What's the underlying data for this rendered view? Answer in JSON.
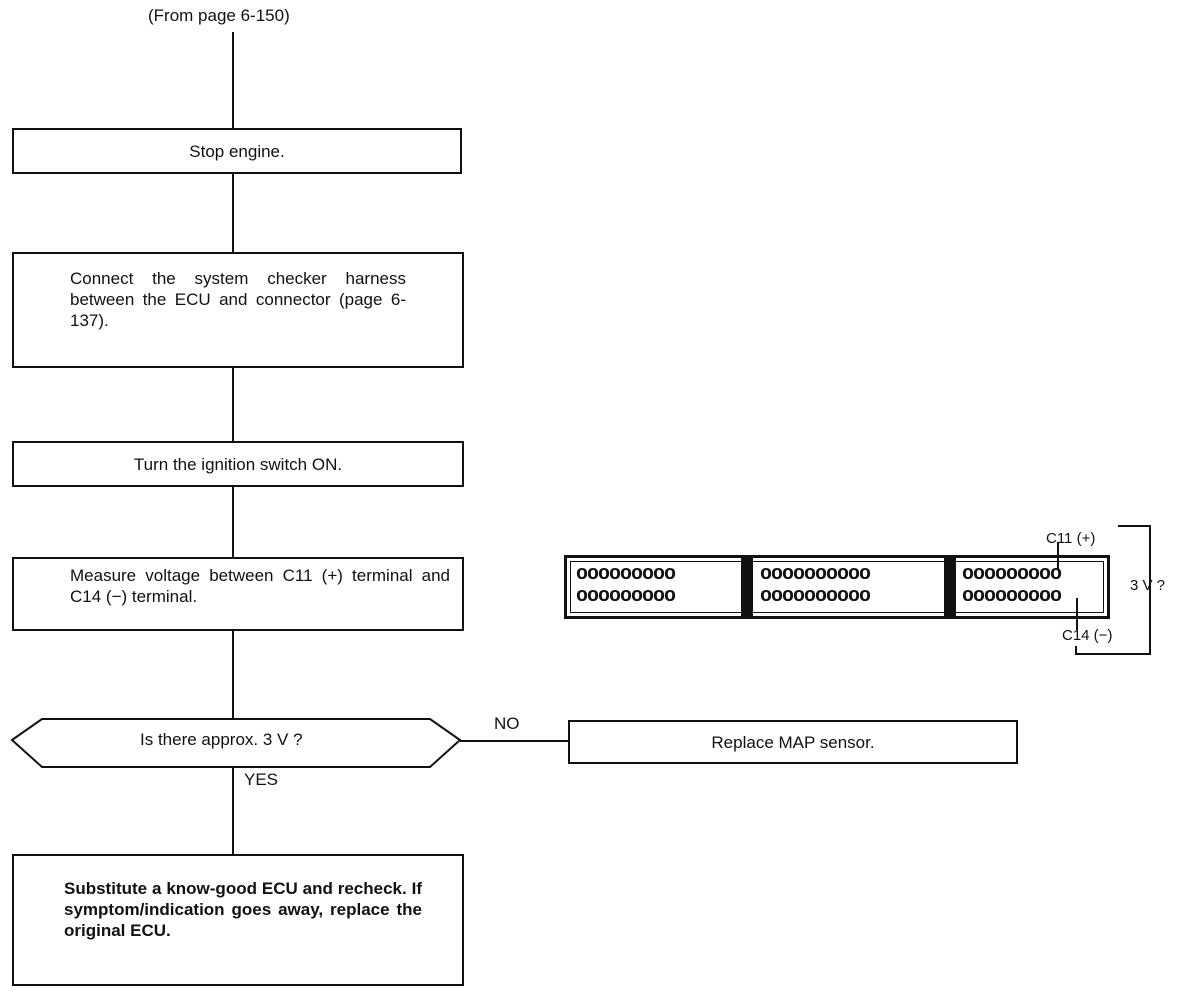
{
  "top_ref": "(From page 6-150)",
  "steps": {
    "stop_engine": "Stop engine.",
    "connect": "Connect the system checker harness between the ECU and connector (page 6-137).",
    "ignition": "Turn the ignition switch ON.",
    "measure": "Measure voltage between C11 (+) terminal and C14 (−) terminal.",
    "question": "Is there approx. 3 V ?",
    "replace_map": "Replace MAP sensor.",
    "substitute": "Substitute a know-good ECU and recheck. If symptom/indication goes away, replace the original ECU."
  },
  "branches": {
    "no": "NO",
    "yes": "YES"
  },
  "connector": {
    "section1_row": "ooooooooo",
    "section2_row": "oooooooooo",
    "section3_row": "ooooooooo",
    "c11_label": "C11 (+)",
    "c14_label": "C14 (−)",
    "voltage_label": "3 V ?"
  }
}
